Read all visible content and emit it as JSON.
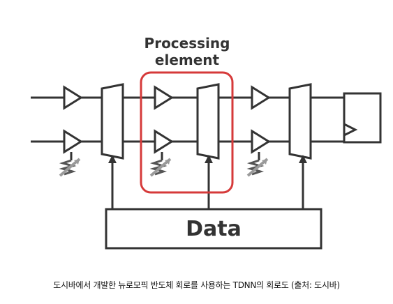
{
  "diagram": {
    "pe_label_line1": "Processing",
    "pe_label_line2": "element",
    "data_label": "Data",
    "colors": {
      "line": "#333333",
      "highlight": "#d63a3a",
      "resistor": "#555555",
      "resistor_arrow": "#9a9a9a"
    }
  },
  "caption": "도시바에서 개발한 뉴로모픽 반도체 회로를 사용하는 TDNN의 회로도 (출처: 도시바)"
}
